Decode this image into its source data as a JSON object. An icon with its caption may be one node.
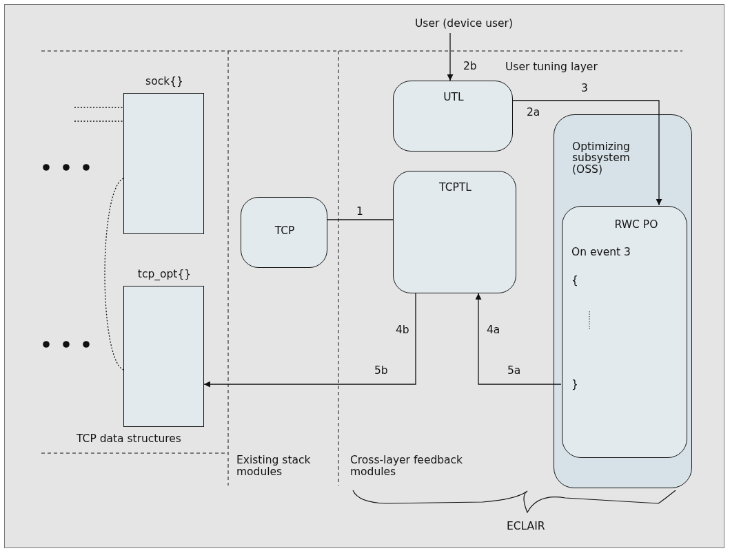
{
  "diagram": {
    "nodes": [
      {
        "text": [
          "sock{}"
        ]
      },
      {
        "text": [
          "tcp_opt{}"
        ]
      },
      {
        "text": [
          "TCP"
        ]
      },
      {
        "text": [
          "UTL"
        ]
      },
      {
        "text": [
          "TCPTL"
        ]
      },
      {
        "text": [
          "Optimizing subsystem (OSS)"
        ]
      },
      {
        "text": [
          "RWC PO",
          "On event 3",
          "{",
          "}"
        ],
        "in": 5
      },
      {
        "text": [
          "User (device user)"
        ]
      }
    ],
    "edges": [
      {
        "from": 7,
        "to": 3,
        "arrow": "to",
        "label": "2b"
      },
      {
        "from": 2,
        "to": 4,
        "arrow": "none",
        "label": "1"
      },
      {
        "from": 3,
        "to": 6,
        "arrow": "to",
        "label": "3"
      },
      {
        "from": 6,
        "to": 4,
        "arrow": "to",
        "label": "5a"
      },
      {
        "from": 4,
        "to": 1,
        "arrow": "to",
        "label": "5b"
      },
      {
        "from": 0,
        "to": 1,
        "arrow": "none",
        "style": "dashed"
      },
      {
        "from": null,
        "to": 0,
        "arrow": "none",
        "style": "dashed"
      },
      {
        "from": null,
        "to": 0,
        "arrow": "none",
        "style": "dashed"
      }
    ],
    "labels": [
      "User tuning layer",
      "2a",
      "4b",
      "4a",
      "TCP data structures",
      "Existing stack modules",
      "Cross-layer feedback modules",
      "ECLAIR"
    ]
  }
}
